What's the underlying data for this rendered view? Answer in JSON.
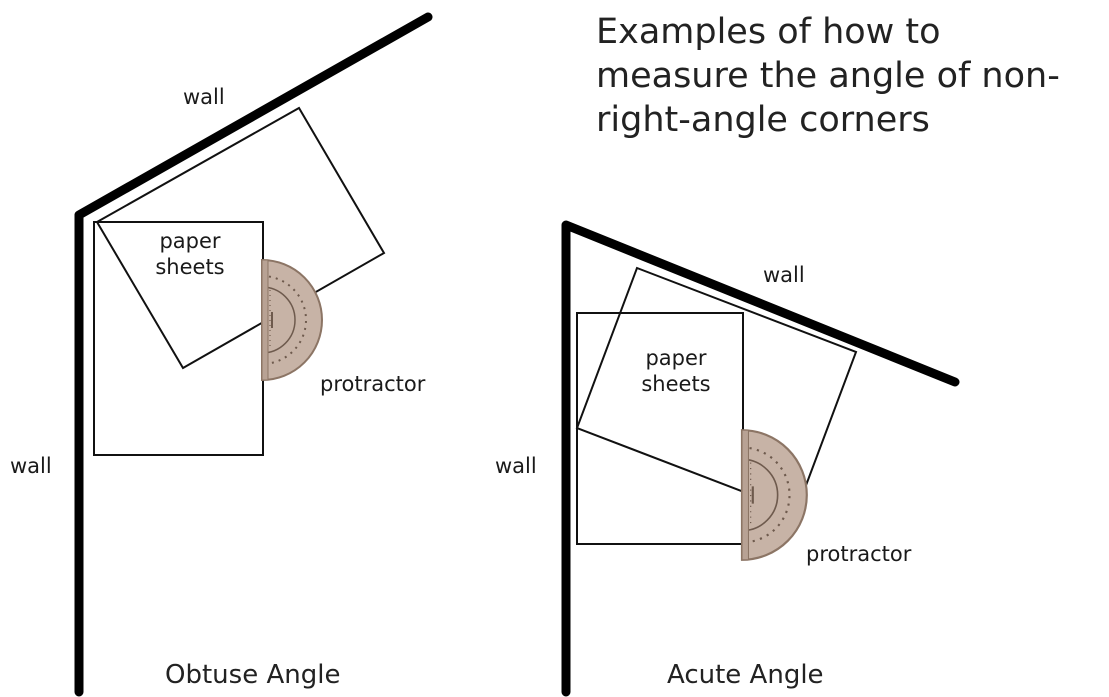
{
  "title_lines": [
    "Examples of how to",
    "measure the angle of non-",
    "right-angle corners"
  ],
  "obtuse": {
    "top_wall_label": "wall",
    "side_wall_label": "wall",
    "paper_label_line1": "paper",
    "paper_label_line2": "sheets",
    "protractor_label": "protractor",
    "caption": "Obtuse Angle"
  },
  "acute": {
    "top_wall_label": "wall",
    "side_wall_label": "wall",
    "paper_label_line1": "paper",
    "paper_label_line2": "sheets",
    "protractor_label": "protractor",
    "caption": "Acute Angle"
  },
  "colors": {
    "wall": "#000000",
    "paper_outline": "#111111",
    "protractor_fill": "#c7b3a6",
    "protractor_edge": "#8c7565",
    "protractor_marks": "#6e5a4d"
  }
}
